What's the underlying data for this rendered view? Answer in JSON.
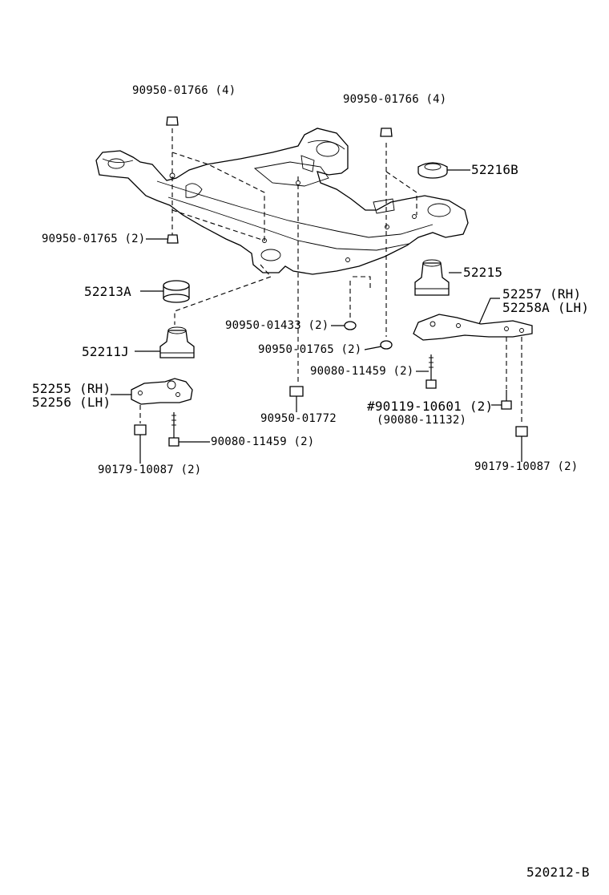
{
  "labels": {
    "nut_top_left": "90950-01766 (4)",
    "nut_top_right": "90950-01766 (4)",
    "stopper_upper_rear": "52216B",
    "nut_left_lower": "90950-01765 (2)",
    "cushion_rear_lower": "52215",
    "cushion_upper_front": "52213A",
    "arm_rear_rh": "52257  (RH)",
    "arm_rear_lh": "52258A (LH)",
    "nut_center_1433": "90950-01433 (2)",
    "cushion_front_lower": "52211J",
    "nut_center_1765": "90950-01765 (2)",
    "bolt_center_11459": "90080-11459 (2)",
    "arm_front_rh": "52255 (RH)",
    "arm_front_lh": "52256 (LH)",
    "bolt_10601": "#90119-10601 (2)",
    "bolt_11132": "(90080-11132)",
    "nut_bottom_1772": "90950-01772",
    "bolt_front_11459": "90080-11459 (2)",
    "nut_front_10087": "90179-10087 (2)",
    "nut_rear_10087": "90179-10087 (2)",
    "diagram_code": "520212-B"
  }
}
